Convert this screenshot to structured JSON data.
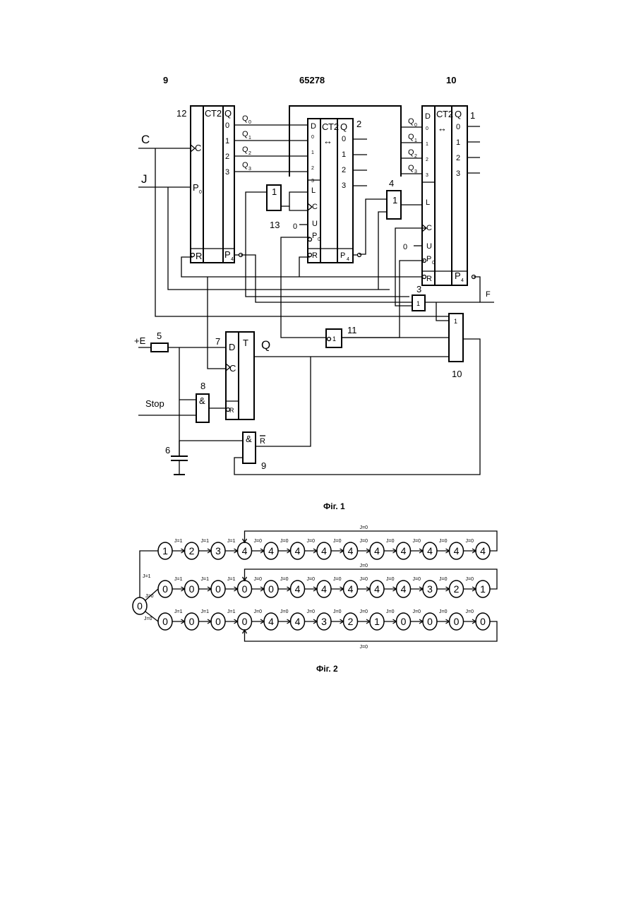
{
  "header": {
    "left": "9",
    "center": "65278",
    "right": "10"
  },
  "fig1": {
    "caption": "Фіг. 1",
    "inputs": {
      "c": "C",
      "j": "J",
      "e": "+E",
      "stop": "Stop"
    },
    "output_f": "F",
    "counter_12": {
      "num": "12",
      "type": "СТ2",
      "c": "C",
      "p0": "P",
      "p0_sub": "0",
      "r": "R",
      "p4": "P",
      "p4_sub": "4",
      "q": "Q",
      "outs": [
        "0",
        "1",
        "2",
        "3"
      ]
    },
    "counter_2": {
      "num": "2",
      "type": "СТ2",
      "arrow": "↔",
      "d": "D",
      "d_bits": [
        "0",
        "1",
        "2",
        "3"
      ],
      "l": "L",
      "c": "C",
      "u": "U",
      "p0": "P",
      "p0_sub": "0",
      "r": "R",
      "p4": "P",
      "p4_sub": "4",
      "q": "Q",
      "outs": [
        "0",
        "1",
        "2",
        "3"
      ],
      "zero": "0"
    },
    "counter_1": {
      "num": "1",
      "type": "СТ2",
      "arrow": "↔",
      "d": "D",
      "d_bits": [
        "0",
        "1",
        "2",
        "3"
      ],
      "l": "L",
      "c": "C",
      "u": "U",
      "p0": "P",
      "p0_sub": "0",
      "r": "R",
      "p4": "P",
      "p4_sub": "4",
      "q": "Q",
      "outs": [
        "0",
        "1",
        "2",
        "3"
      ],
      "zero": "0"
    },
    "bus_q": [
      "Q",
      "Q",
      "Q",
      "Q"
    ],
    "bus_q_sub": [
      "0",
      "1",
      "2",
      "3"
    ],
    "gate_13": {
      "num": "13",
      "sym": "1"
    },
    "gate_4": {
      "num": "4",
      "sym": "1"
    },
    "gate_3": {
      "num": "3",
      "sym": "1"
    },
    "gate_11": {
      "num": "11",
      "sym": "1"
    },
    "gate_10": {
      "num": "10",
      "sym": "1"
    },
    "gate_8": {
      "num": "8",
      "sym": "&"
    },
    "gate_9": {
      "num": "9",
      "sym": "&",
      "r": "R"
    },
    "trigger_7": {
      "num": "7",
      "d": "D",
      "t": "T",
      "c": "C",
      "r": "R",
      "q": "Q"
    },
    "resistor_5": "5",
    "capacitor_6": "6"
  },
  "fig2": {
    "caption": "Фіг. 2",
    "start": "0",
    "rows": [
      {
        "states": [
          "1",
          "2",
          "3",
          "4",
          "4",
          "4",
          "4",
          "4",
          "4",
          "4",
          "4",
          "4",
          "4"
        ],
        "edges": [
          "J=1",
          "J=1",
          "J=1",
          "J=0",
          "J=0",
          "J=0",
          "J=0",
          "J=0",
          "J=0",
          "J=0",
          "J=0",
          "J=0"
        ],
        "loop": "J=0",
        "branch": "J=1"
      },
      {
        "states": [
          "0",
          "0",
          "0",
          "0",
          "0",
          "4",
          "4",
          "4",
          "4",
          "4",
          "3",
          "2",
          "1"
        ],
        "edges": [
          "J=1",
          "J=1",
          "J=1",
          "J=0",
          "J=0",
          "J=0",
          "J=0",
          "J=0",
          "J=0",
          "J=0",
          "J=0",
          "J=0"
        ],
        "loop": "J=0",
        "branch": "J=0"
      },
      {
        "states": [
          "0",
          "0",
          "0",
          "0",
          "4",
          "4",
          "3",
          "2",
          "1",
          "0",
          "0",
          "0",
          "0"
        ],
        "edges": [
          "J=1",
          "J=1",
          "J=1",
          "J=0",
          "J=0",
          "J=0",
          "J=0",
          "J=0",
          "J=0",
          "J=0",
          "J=0",
          "J=0"
        ],
        "loop": "J=0",
        "branch": "J=0"
      }
    ]
  }
}
